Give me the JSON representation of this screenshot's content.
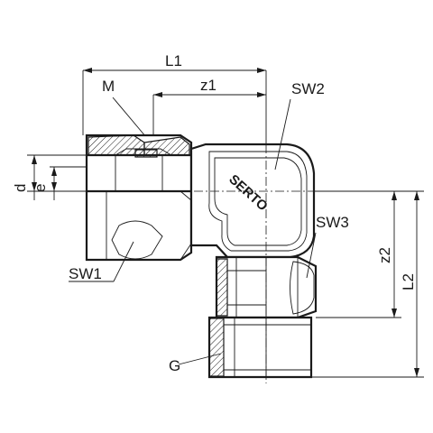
{
  "labels": {
    "L1": "L1",
    "M": "M",
    "z1": "z1",
    "SW2": "SW2",
    "d": "d",
    "e": "e",
    "SW3": "SW3",
    "z2": "z2",
    "L2": "L2",
    "SW1": "SW1",
    "G": "G",
    "brand": "SERTO"
  }
}
